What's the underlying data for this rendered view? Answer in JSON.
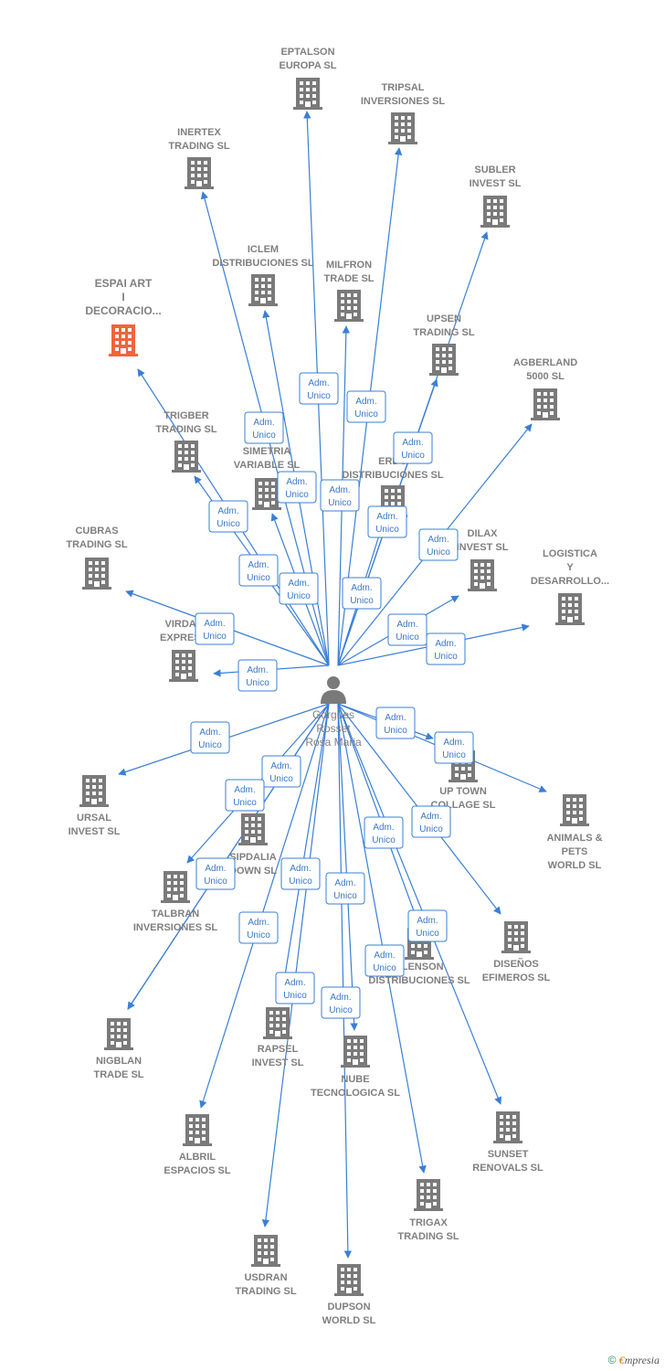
{
  "person": {
    "name_lines": [
      "Gorgues",
      "Rosset",
      "Rosa Maria"
    ]
  },
  "relation_label": [
    "Adm.",
    "Unico"
  ],
  "companies": [
    {
      "id": "eptalson",
      "lines": [
        "EPTALSON",
        "EUROPA SL"
      ],
      "highlight": false
    },
    {
      "id": "tripsal",
      "lines": [
        "TRIPSAL",
        "INVERSIONES SL"
      ],
      "highlight": false
    },
    {
      "id": "inertex",
      "lines": [
        "INERTEX",
        "TRADING SL"
      ],
      "highlight": false
    },
    {
      "id": "subler",
      "lines": [
        "SUBLER",
        "INVEST SL"
      ],
      "highlight": false
    },
    {
      "id": "iclem",
      "lines": [
        "ICLEM",
        "DISTRIBUCIONES SL"
      ],
      "highlight": false
    },
    {
      "id": "milfron",
      "lines": [
        "MILFRON",
        "TRADE SL"
      ],
      "highlight": false
    },
    {
      "id": "espai",
      "lines": [
        "ESPAI ART",
        "I",
        "DECORACIO..."
      ],
      "highlight": true
    },
    {
      "id": "upsen",
      "lines": [
        "UPSEN",
        "TRADING SL"
      ],
      "highlight": false
    },
    {
      "id": "agberland",
      "lines": [
        "AGBERLAND",
        "5000 SL"
      ],
      "highlight": false
    },
    {
      "id": "trigber",
      "lines": [
        "TRIGBER",
        "TRADING SL"
      ],
      "highlight": false
    },
    {
      "id": "simetria",
      "lines": [
        "SIMETRIA",
        "VARIABLE SL"
      ],
      "highlight": false
    },
    {
      "id": "erdo",
      "lines": [
        "ERDO",
        "DISTRIBUCIONES SL"
      ],
      "highlight": false
    },
    {
      "id": "cubras",
      "lines": [
        "CUBRAS",
        "TRADING SL"
      ],
      "highlight": false
    },
    {
      "id": "dilax",
      "lines": [
        "DILAX",
        "INVEST SL"
      ],
      "highlight": false
    },
    {
      "id": "logistica",
      "lines": [
        "LOGISTICA",
        "Y",
        "DESARROLLO..."
      ],
      "highlight": false
    },
    {
      "id": "virdal",
      "lines": [
        "VIRDAL",
        "EXPRESS"
      ],
      "highlight": false
    },
    {
      "id": "uptown",
      "lines": [
        "UP TOWN",
        "COLLAGE SL"
      ],
      "highlight": false
    },
    {
      "id": "ursal",
      "lines": [
        "URSAL",
        "INVEST SL"
      ],
      "highlight": false
    },
    {
      "id": "animals",
      "lines": [
        "ANIMALS &",
        "PETS",
        "WORLD SL"
      ],
      "highlight": false
    },
    {
      "id": "sipdalia",
      "lines": [
        "SIPDALIA",
        "DOWN SL"
      ],
      "highlight": false
    },
    {
      "id": "talbran",
      "lines": [
        "TALBRAN",
        "INVERSIONES SL"
      ],
      "highlight": false
    },
    {
      "id": "disenos",
      "lines": [
        "DISEÑOS",
        "EFIMEROS SL"
      ],
      "highlight": false
    },
    {
      "id": "plenson",
      "lines": [
        "PLENSON",
        "DISTRIBUCIONES SL"
      ],
      "highlight": false
    },
    {
      "id": "nigblan",
      "lines": [
        "NIGBLAN",
        "TRADE SL"
      ],
      "highlight": false
    },
    {
      "id": "rapsel",
      "lines": [
        "RAPSEL",
        "INVEST SL"
      ],
      "highlight": false
    },
    {
      "id": "nube",
      "lines": [
        "NUBE",
        "TECNOLOGICA SL"
      ],
      "highlight": false
    },
    {
      "id": "albril",
      "lines": [
        "ALBRIL",
        "ESPACIOS SL"
      ],
      "highlight": false
    },
    {
      "id": "sunset",
      "lines": [
        "SUNSET",
        "RENOVALS SL"
      ],
      "highlight": false
    },
    {
      "id": "trigax",
      "lines": [
        "TRIGAX",
        "TRADING SL"
      ],
      "highlight": false
    },
    {
      "id": "usdran",
      "lines": [
        "USDRAN",
        "TRADING SL"
      ],
      "highlight": false
    },
    {
      "id": "dupson",
      "lines": [
        "DUPSON",
        "WORLD SL"
      ],
      "highlight": false
    }
  ],
  "colors": {
    "edge": "#3a7fd5",
    "building": "#7a7a7a",
    "building_highlight": "#f0653a",
    "badge_border": "#3a7fd5",
    "person_icon": "#7a7a7a"
  },
  "footer": {
    "copyright_symbol": "©",
    "brand_e": "€",
    "brand_rest": "mpresia"
  }
}
